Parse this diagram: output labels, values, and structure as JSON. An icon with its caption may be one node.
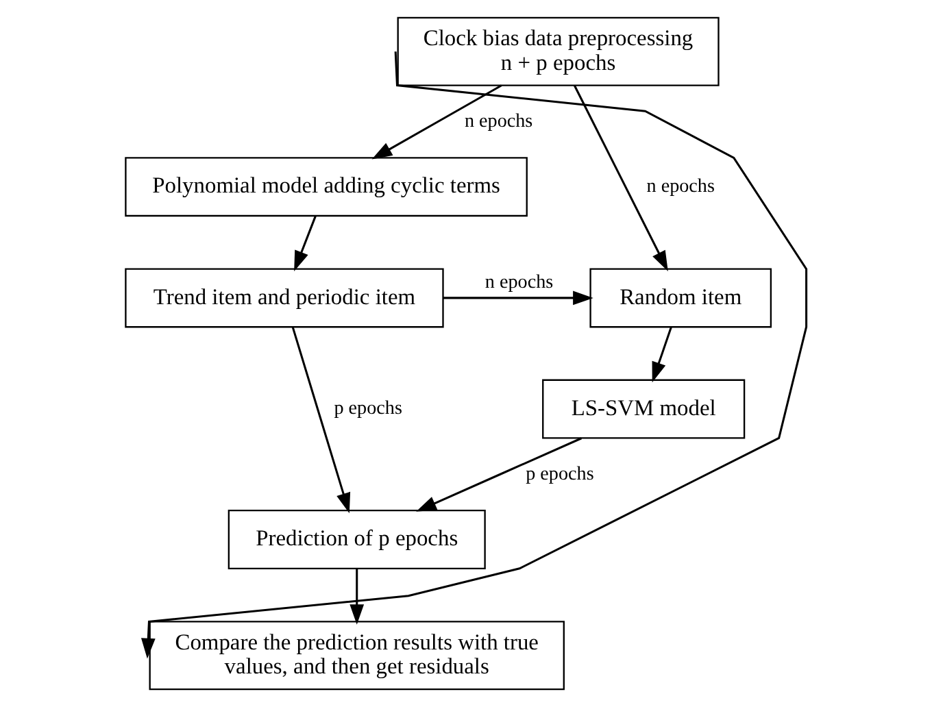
{
  "diagram": {
    "nodes": [
      {
        "text": [
          "Clock bias data preprocessing n + p epochs"
        ]
      },
      {
        "text": [
          "Polynomial model adding cyclic terms"
        ]
      },
      {
        "text": [
          "Trend item and periodic item"
        ]
      },
      {
        "text": [
          "Random item"
        ]
      },
      {
        "text": [
          "LS-SVM model"
        ]
      },
      {
        "text": [
          "Prediction of p epochs"
        ]
      },
      {
        "text": [
          "Compare the prediction results with true values, and then get residuals"
        ]
      }
    ],
    "edges": [
      {
        "from": 0,
        "to": 1,
        "arrow": "to",
        "label": "n epochs"
      },
      {
        "from": 0,
        "to": 3,
        "arrow": "to",
        "label": "n epochs"
      },
      {
        "from": 0,
        "to": 6,
        "arrow": "to"
      },
      {
        "from": 1,
        "to": 2,
        "arrow": "to"
      },
      {
        "from": 2,
        "to": 3,
        "arrow": "to",
        "label": "n epochs"
      },
      {
        "from": 2,
        "to": 5,
        "arrow": "to",
        "label": "p epochs"
      },
      {
        "from": 3,
        "to": 4,
        "arrow": "to"
      },
      {
        "from": 4,
        "to": 5,
        "arrow": "to",
        "label": "p epochs"
      },
      {
        "from": 5,
        "to": 6,
        "arrow": "to"
      }
    ]
  }
}
